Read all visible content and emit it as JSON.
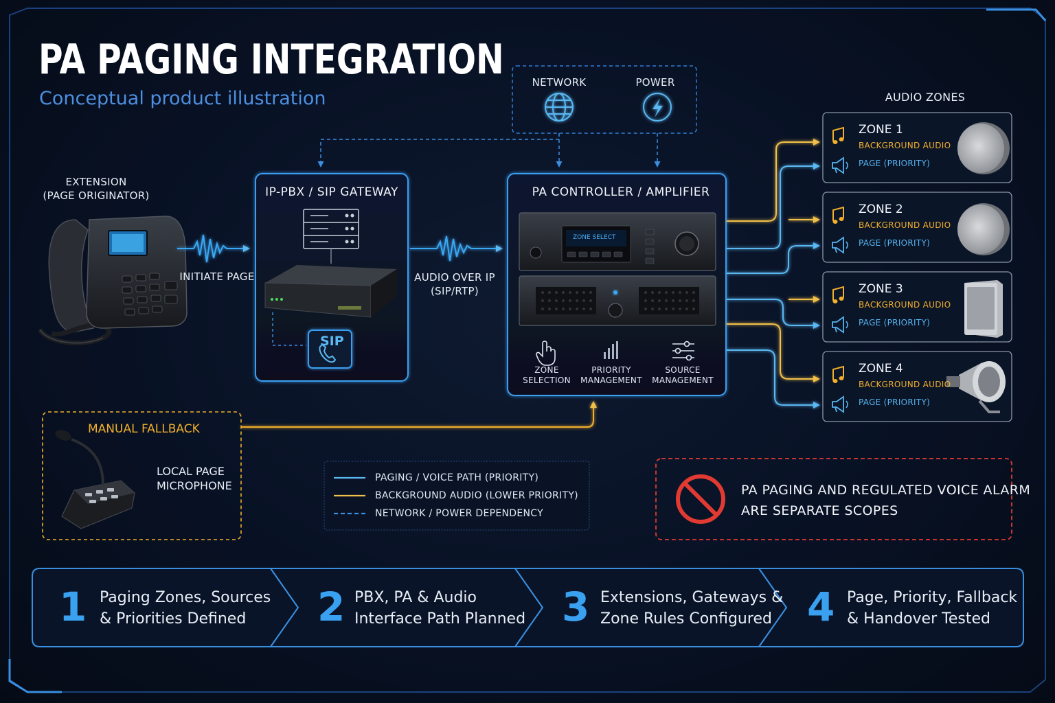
{
  "title": "PA PAGING INTEGRATION",
  "subtitle": "Conceptual product illustration",
  "extension": {
    "line1": "EXTENSION",
    "line2": "(PAGE ORIGINATOR)"
  },
  "initiate_page": "INITIATE PAGE",
  "pbx": {
    "title": "IP-PBX / SIP GATEWAY",
    "sip_badge": "SIP"
  },
  "audio_over_ip": {
    "line1": "AUDIO OVER IP",
    "line2": "(SIP/RTP)"
  },
  "dependencies": {
    "network": "NETWORK",
    "power": "POWER"
  },
  "pa": {
    "title": "PA CONTROLLER / AMPLIFIER",
    "display": "ZONE SELECT",
    "features": [
      {
        "line1": "ZONE",
        "line2": "SELECTION",
        "icon": "hand-pointer-icon"
      },
      {
        "line1": "PRIORITY",
        "line2": "MANAGEMENT",
        "icon": "bar-chart-icon"
      },
      {
        "line1": "SOURCE",
        "line2": "MANAGEMENT",
        "icon": "sliders-icon"
      }
    ]
  },
  "zones_header": "AUDIO ZONES",
  "zones": [
    {
      "name": "ZONE 1",
      "bg": "BACKGROUND AUDIO",
      "page": "PAGE (PRIORITY)",
      "speaker": "ceiling-speaker"
    },
    {
      "name": "ZONE 2",
      "bg": "BACKGROUND AUDIO",
      "page": "PAGE (PRIORITY)",
      "speaker": "ceiling-speaker"
    },
    {
      "name": "ZONE 3",
      "bg": "BACKGROUND AUDIO",
      "page": "PAGE (PRIORITY)",
      "speaker": "wall-speaker"
    },
    {
      "name": "ZONE 4",
      "bg": "BACKGROUND AUDIO",
      "page": "PAGE (PRIORITY)",
      "speaker": "horn-speaker"
    }
  ],
  "fallback": {
    "title": "MANUAL FALLBACK",
    "line1": "LOCAL PAGE",
    "line2": "MICROPHONE"
  },
  "legend": [
    {
      "label": "PAGING / VOICE PATH (PRIORITY)",
      "style": "solid",
      "color": "#5ab8f2"
    },
    {
      "label": "BACKGROUND AUDIO (LOWER PRIORITY)",
      "style": "solid",
      "color": "#f2c04a"
    },
    {
      "label": "NETWORK / POWER DEPENDENCY",
      "style": "dashed",
      "color": "#3a8fe0"
    }
  ],
  "warning": {
    "line1": "PA PAGING AND REGULATED VOICE ALARM",
    "line2": "ARE SEPARATE SCOPES"
  },
  "steps": [
    {
      "number": "1",
      "line1": "Paging Zones, Sources",
      "line2": "& Priorities Defined"
    },
    {
      "number": "2",
      "line1": "PBX, PA & Audio",
      "line2": "Interface Path Planned"
    },
    {
      "number": "3",
      "line1": "Extensions, Gateways &",
      "line2": "Zone Rules Configured"
    },
    {
      "number": "4",
      "line1": "Page, Priority, Fallback",
      "line2": "& Handover Tested"
    }
  ],
  "colors": {
    "accent_blue": "#3aa0f0",
    "paging_blue": "#5ab8f2",
    "background_orange": "#f2b02c",
    "warning_red": "#e03a32"
  }
}
